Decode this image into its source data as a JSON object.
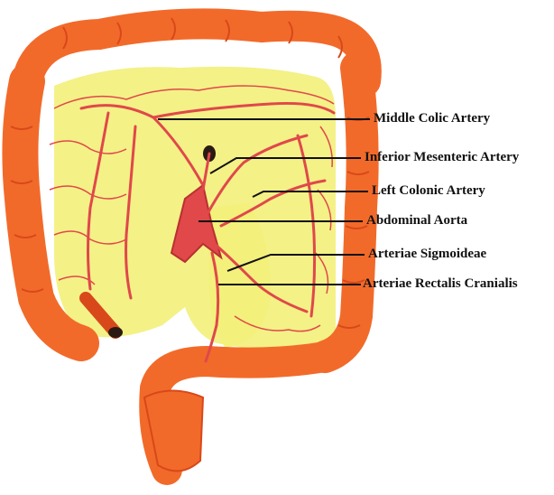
{
  "labels": {
    "middle_colic": "Middle Colic Artery",
    "inferior_mesenteric": "Inferior Mesenteric Artery",
    "left_colonic": "Left Colonic Artery",
    "abdominal_aorta": "Abdominal Aorta",
    "sigmoideae": "Arteriae Sigmoideae",
    "rectalis": "Arteriae Rectalis Cranialis"
  },
  "colors": {
    "colon": "#f26a2a",
    "colon_dark": "#d8481a",
    "mesentery": "#f3f07a",
    "artery": "#e0484a",
    "leader": "#111111"
  }
}
